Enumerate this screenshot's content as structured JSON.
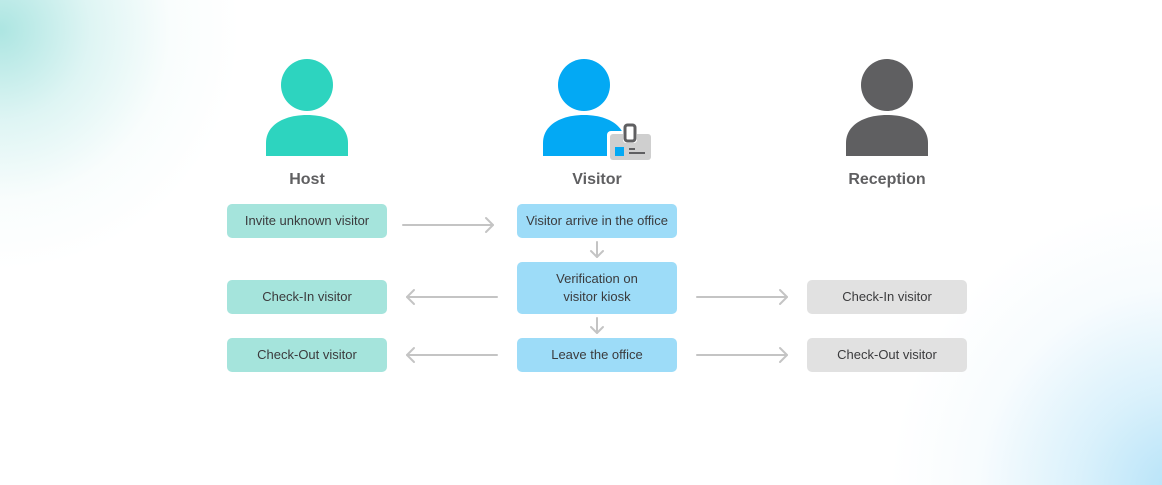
{
  "colors": {
    "host": "#2dd4bf",
    "host_box": "#a5e4dc",
    "visitor": "#03a9f4",
    "visitor_box": "#9ddcf8",
    "reception": "#5f5f61",
    "reception_box": "#e1e1e1",
    "arrow": "#c4c4c4"
  },
  "actors": [
    {
      "id": "host",
      "label": "Host",
      "icon": "person-icon"
    },
    {
      "id": "visitor",
      "label": "Visitor",
      "icon": "person-with-badge-icon"
    },
    {
      "id": "reception",
      "label": "Reception",
      "icon": "person-icon"
    }
  ],
  "steps": {
    "host": [
      "Invite unknown visitor",
      "Check-In visitor",
      "Check-Out visitor"
    ],
    "visitor": [
      "Visitor arrive in the office",
      "Verification on",
      "visitor kiosk",
      "Leave the office"
    ],
    "reception": [
      "Check-In visitor",
      "Check-Out visitor"
    ]
  },
  "flows": [
    {
      "from": "Invite unknown visitor",
      "to": "Visitor arrive in the office"
    },
    {
      "from": "Visitor arrive in the office",
      "to": "Verification on visitor kiosk"
    },
    {
      "from": "Verification on visitor kiosk",
      "to": "Check-In visitor (Host)"
    },
    {
      "from": "Verification on visitor kiosk",
      "to": "Check-In visitor (Reception)"
    },
    {
      "from": "Verification on visitor kiosk",
      "to": "Leave the office"
    },
    {
      "from": "Leave the office",
      "to": "Check-Out visitor (Host)"
    },
    {
      "from": "Leave the office",
      "to": "Check-Out visitor (Reception)"
    }
  ]
}
